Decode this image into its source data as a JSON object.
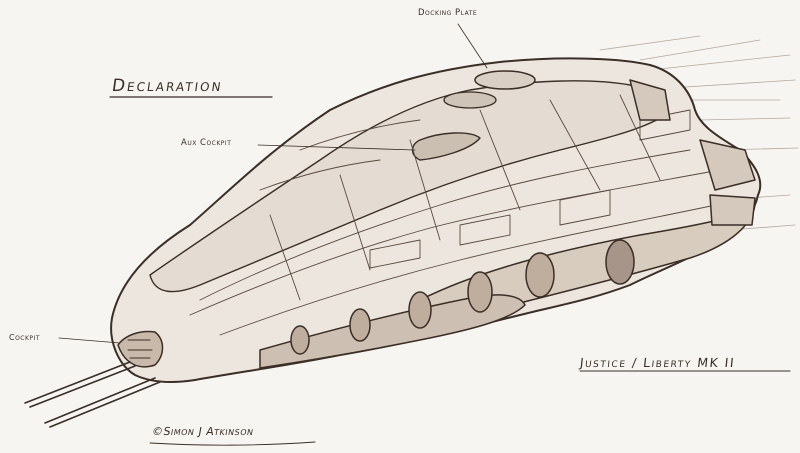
{
  "title": "Declaration",
  "subtitle": "Justice / Liberty MK II",
  "labels": {
    "docking_plate": "Docking Plate",
    "aux_cockpit": "Aux Cockpit",
    "cockpit": "Cockpit"
  },
  "signature": "©Simon J Atkinson",
  "colors": {
    "paper": "#f7f5f1",
    "ink": "#3a2e26",
    "wash": "#b79e8a"
  }
}
